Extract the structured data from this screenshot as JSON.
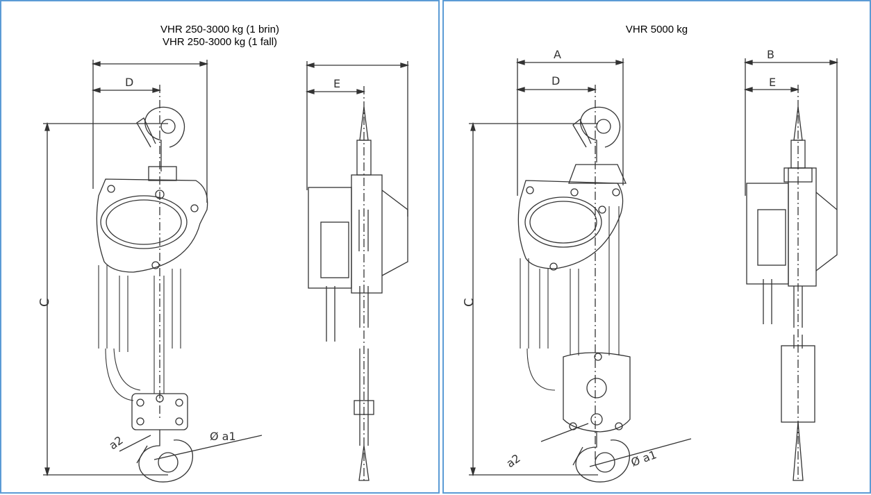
{
  "left_panel": {
    "title_line1": "VHR 250-3000 kg (1 brin)",
    "title_line2": "VHR 250-3000 kg (1 fall)",
    "labels": {
      "D": "D",
      "E": "E",
      "C": "C",
      "a2": "a2",
      "a1": "Ø a1"
    }
  },
  "right_panel": {
    "title": "VHR 5000 kg",
    "labels": {
      "A": "A",
      "B": "B",
      "D": "D",
      "E": "E",
      "C": "C",
      "a2": "a2",
      "a1": "Ø a1"
    }
  },
  "colors": {
    "frame": "#5b9bd5",
    "line": "#333333"
  }
}
